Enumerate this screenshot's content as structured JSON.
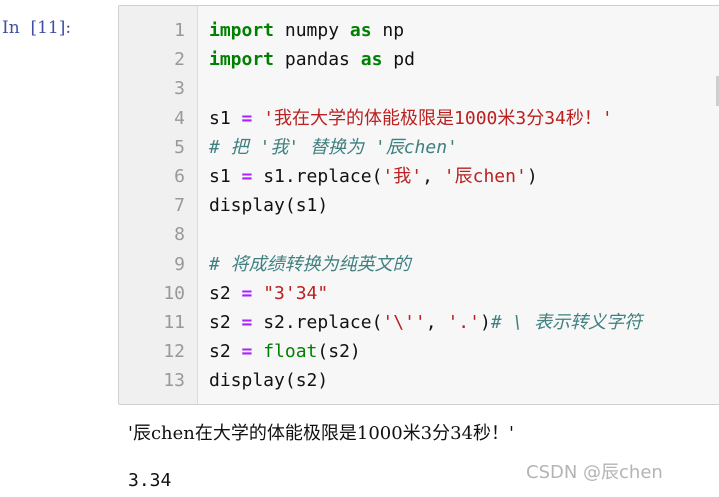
{
  "cell": {
    "prompt": "In  [11]:",
    "lines": [
      {
        "n": "1",
        "parts": [
          {
            "t": "kw",
            "v": "import"
          },
          {
            "t": "",
            "v": " numpy "
          },
          {
            "t": "kw",
            "v": "as"
          },
          {
            "t": "",
            "v": " np"
          }
        ]
      },
      {
        "n": "2",
        "parts": [
          {
            "t": "kw",
            "v": "import"
          },
          {
            "t": "",
            "v": " pandas "
          },
          {
            "t": "kw",
            "v": "as"
          },
          {
            "t": "",
            "v": " pd"
          }
        ]
      },
      {
        "n": "3",
        "parts": []
      },
      {
        "n": "4",
        "parts": [
          {
            "t": "",
            "v": "s1 "
          },
          {
            "t": "op",
            "v": "="
          },
          {
            "t": "",
            "v": " "
          },
          {
            "t": "str",
            "v": "'我在大学的体能极限是1000米3分34秒！'"
          }
        ]
      },
      {
        "n": "5",
        "parts": [
          {
            "t": "cm",
            "v": "# 把 '我' 替换为 '辰chen'"
          }
        ]
      },
      {
        "n": "6",
        "parts": [
          {
            "t": "",
            "v": "s1 "
          },
          {
            "t": "op",
            "v": "="
          },
          {
            "t": "",
            "v": " s1.replace("
          },
          {
            "t": "str",
            "v": "'我'"
          },
          {
            "t": "",
            "v": ", "
          },
          {
            "t": "str",
            "v": "'辰chen'"
          },
          {
            "t": "",
            "v": ")"
          }
        ]
      },
      {
        "n": "7",
        "parts": [
          {
            "t": "",
            "v": "display(s1)"
          }
        ]
      },
      {
        "n": "8",
        "parts": []
      },
      {
        "n": "9",
        "parts": [
          {
            "t": "cm",
            "v": "# 将成绩转换为纯英文的"
          }
        ]
      },
      {
        "n": "10",
        "parts": [
          {
            "t": "",
            "v": "s2 "
          },
          {
            "t": "op",
            "v": "="
          },
          {
            "t": "",
            "v": " "
          },
          {
            "t": "str",
            "v": "\"3'34\""
          }
        ]
      },
      {
        "n": "11",
        "parts": [
          {
            "t": "",
            "v": "s2 "
          },
          {
            "t": "op",
            "v": "="
          },
          {
            "t": "",
            "v": " s2.replace("
          },
          {
            "t": "str",
            "v": "'\\''"
          },
          {
            "t": "",
            "v": ", "
          },
          {
            "t": "str",
            "v": "'.'"
          },
          {
            "t": "",
            "v": ")"
          },
          {
            "t": "cm",
            "v": "# \\ 表示转义字符"
          }
        ]
      },
      {
        "n": "12",
        "parts": [
          {
            "t": "",
            "v": "s2 "
          },
          {
            "t": "op",
            "v": "="
          },
          {
            "t": "",
            "v": " "
          },
          {
            "t": "bi",
            "v": "float"
          },
          {
            "t": "",
            "v": "(s2)"
          }
        ]
      },
      {
        "n": "13",
        "parts": [
          {
            "t": "",
            "v": "display(s2)"
          }
        ]
      }
    ]
  },
  "outputs": {
    "out1": "'辰chen在大学的体能极限是1000米3分34秒！'",
    "out2": "3.34"
  },
  "watermark": "CSDN @辰chen"
}
